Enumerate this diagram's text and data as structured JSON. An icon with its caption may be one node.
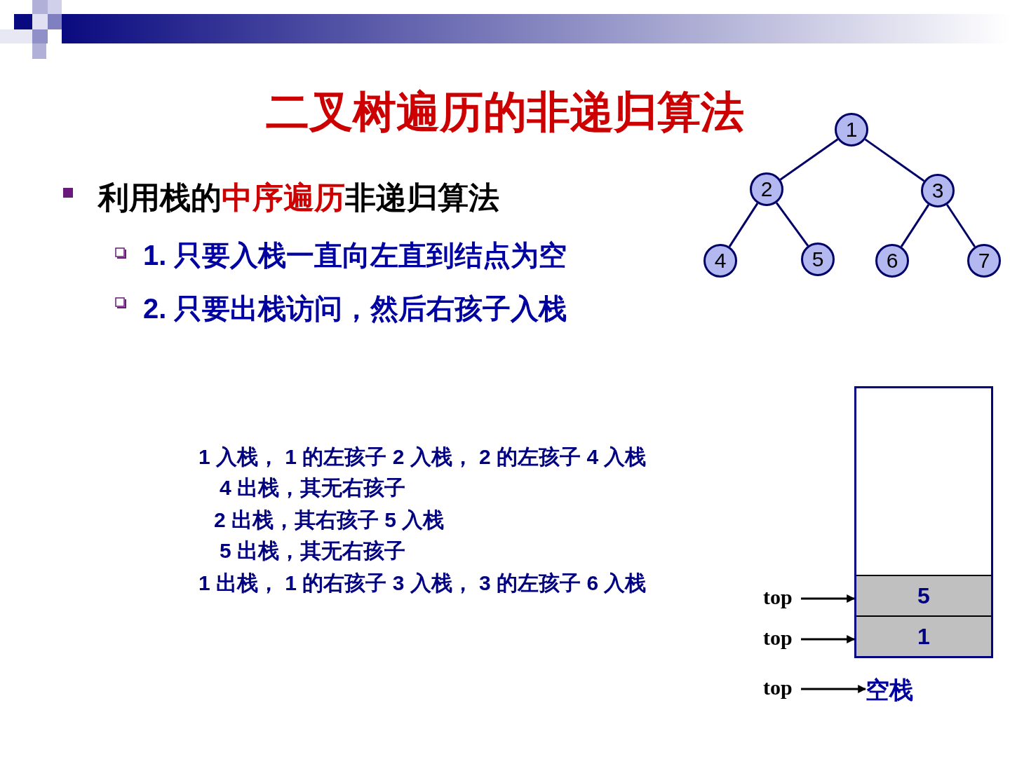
{
  "diagram": {
    "title": "二叉树遍历的非递归算法",
    "nodes": [
      {
        "text": [
          "1"
        ]
      },
      {
        "text": [
          "2"
        ]
      },
      {
        "text": [
          "3"
        ]
      },
      {
        "text": [
          "4"
        ]
      },
      {
        "text": [
          "5"
        ]
      },
      {
        "text": [
          "6"
        ]
      },
      {
        "text": [
          "7"
        ]
      },
      {
        "text": [],
        "shape": "box"
      },
      {
        "text": [
          "5"
        ],
        "in": 7
      },
      {
        "text": [
          "1"
        ],
        "in": 7
      },
      {
        "text": [
          "top"
        ]
      },
      {
        "text": [
          "top"
        ]
      },
      {
        "text": [
          "top"
        ]
      },
      {
        "text": [
          "空栈"
        ]
      }
    ],
    "edges": [
      {
        "from": 0,
        "to": 1,
        "arrow": "none"
      },
      {
        "from": 0,
        "to": 2,
        "arrow": "none"
      },
      {
        "from": 1,
        "to": 3,
        "arrow": "none"
      },
      {
        "from": 1,
        "to": 4,
        "arrow": "none"
      },
      {
        "from": 2,
        "to": 5,
        "arrow": "none"
      },
      {
        "from": 2,
        "to": 6,
        "arrow": "none"
      },
      {
        "from": 10,
        "to": 8,
        "arrow": "to",
        "color": "#000000"
      },
      {
        "from": 11,
        "to": 9,
        "arrow": "to",
        "color": "#000000"
      },
      {
        "from": 12,
        "to": 13,
        "arrow": "to",
        "color": "#000000"
      }
    ],
    "labels": [
      "利用栈的**中序遍历**非递归算法",
      "1.  只要入栈一直向左直到结点为空",
      "2.  只要出栈访问，然后右孩子入栈",
      "1 入栈， 1 的左孩子 2 入栈， 2 的左孩子 4 入栈",
      "4 出栈，其无右孩子",
      "2 出栈，其右孩子 5 入栈",
      "5 出栈，其无右孩子",
      "1 出栈， 1 的右孩子 3 入栈， 3 的左孩子 6 入栈"
    ]
  }
}
